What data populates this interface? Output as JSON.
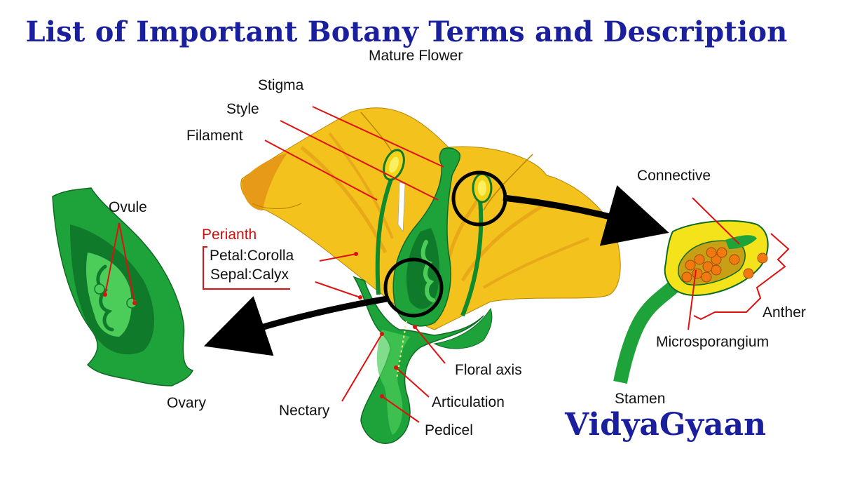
{
  "title": "List of Important Botany Terms and Description",
  "subtitle": "Mature Flower",
  "brand": "VidyaGyaan",
  "labels": {
    "stigma": "Stigma",
    "style": "Style",
    "filament": "Filament",
    "ovule": "Ovule",
    "perianth": "Perianth",
    "petal": "Petal:Corolla",
    "sepal": "Sepal:Calyx",
    "connective": "Connective",
    "anther": "Anther",
    "microsporangium": "Microsporangium",
    "stamen": "Stamen",
    "ovary": "Ovary",
    "nectary": "Nectary",
    "floral_axis": "Floral axis",
    "articulation": "Articulation",
    "pedicel": "Pedicel"
  },
  "colors": {
    "title": "#1a1f9e",
    "petal": "#f3c21d",
    "petal_dark": "#e7a018",
    "green": "#1ea23a",
    "green_dark": "#0f7a2a",
    "green_light": "#4ccd5a",
    "leader": "#e01010",
    "pollen": "#f07a10"
  }
}
